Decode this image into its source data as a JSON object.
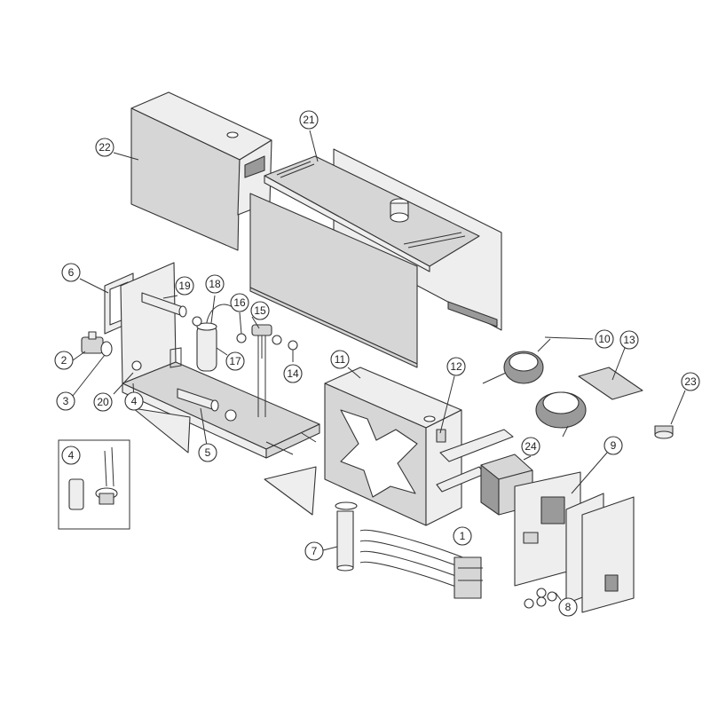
{
  "callouts": [
    {
      "label": "1"
    },
    {
      "label": "2"
    },
    {
      "label": "3"
    },
    {
      "label": "4"
    },
    {
      "label": "4"
    },
    {
      "label": "4"
    },
    {
      "label": "5"
    },
    {
      "label": "6"
    },
    {
      "label": "7"
    },
    {
      "label": "8"
    },
    {
      "label": "9"
    },
    {
      "label": "10"
    },
    {
      "label": "11"
    },
    {
      "label": "12"
    },
    {
      "label": "13"
    },
    {
      "label": "14"
    },
    {
      "label": "15"
    },
    {
      "label": "16"
    },
    {
      "label": "17"
    },
    {
      "label": "18"
    },
    {
      "label": "19"
    },
    {
      "label": "20"
    },
    {
      "label": "21"
    },
    {
      "label": "22"
    },
    {
      "label": "23"
    },
    {
      "label": "24"
    }
  ]
}
